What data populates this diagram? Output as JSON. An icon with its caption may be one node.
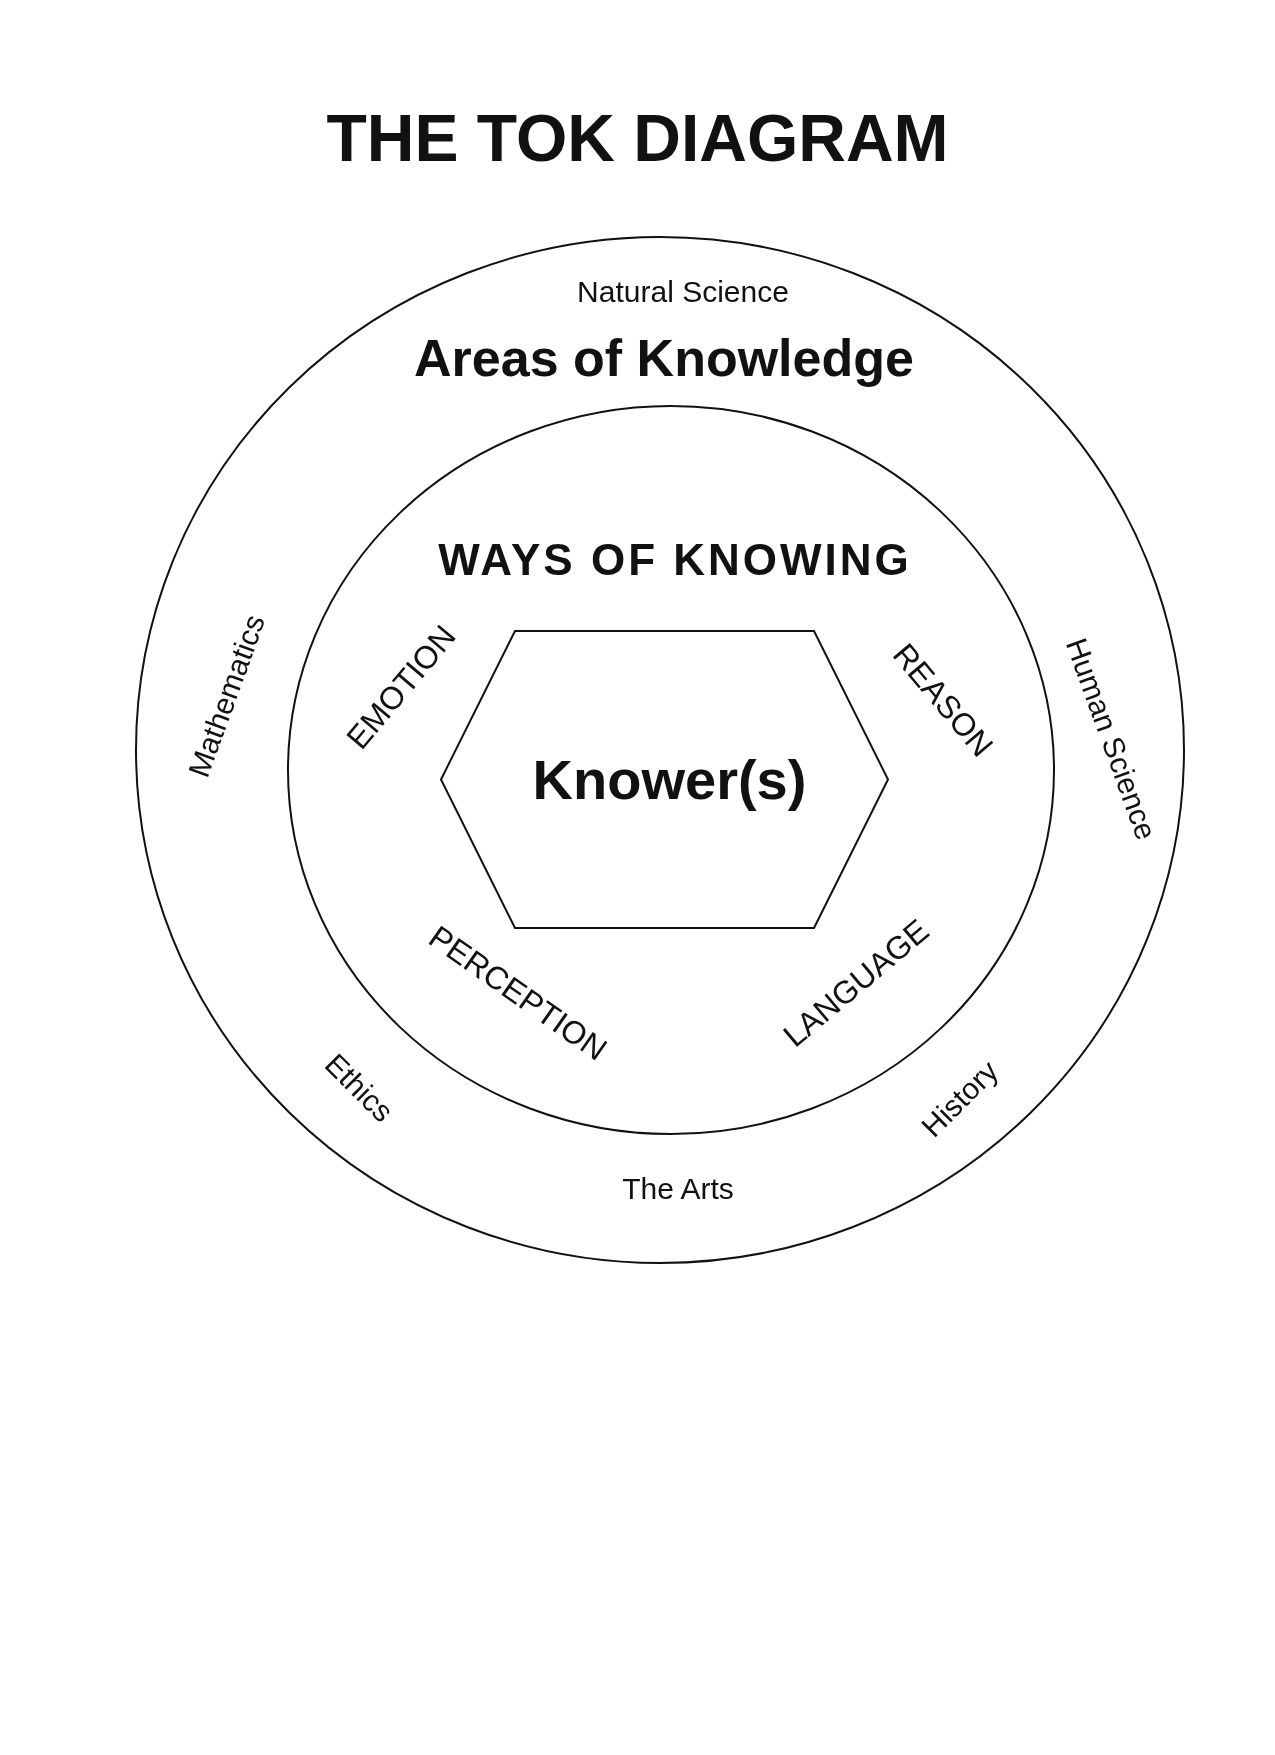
{
  "diagram": {
    "title": "THE TOK DIAGRAM",
    "nodes": [
      {
        "text": [
          "Natural Science",
          "Areas of Knowledge",
          "Mathematics",
          "Human Science",
          "Ethics",
          "History",
          "The Arts"
        ]
      },
      {
        "text": [
          "WAYS OF KNOWING",
          "EMOTION",
          "REASON",
          "PERCEPTION",
          "LANGUAGE"
        ],
        "in": 0
      },
      {
        "text": [
          "Knower(s)"
        ],
        "in": 1
      }
    ]
  }
}
